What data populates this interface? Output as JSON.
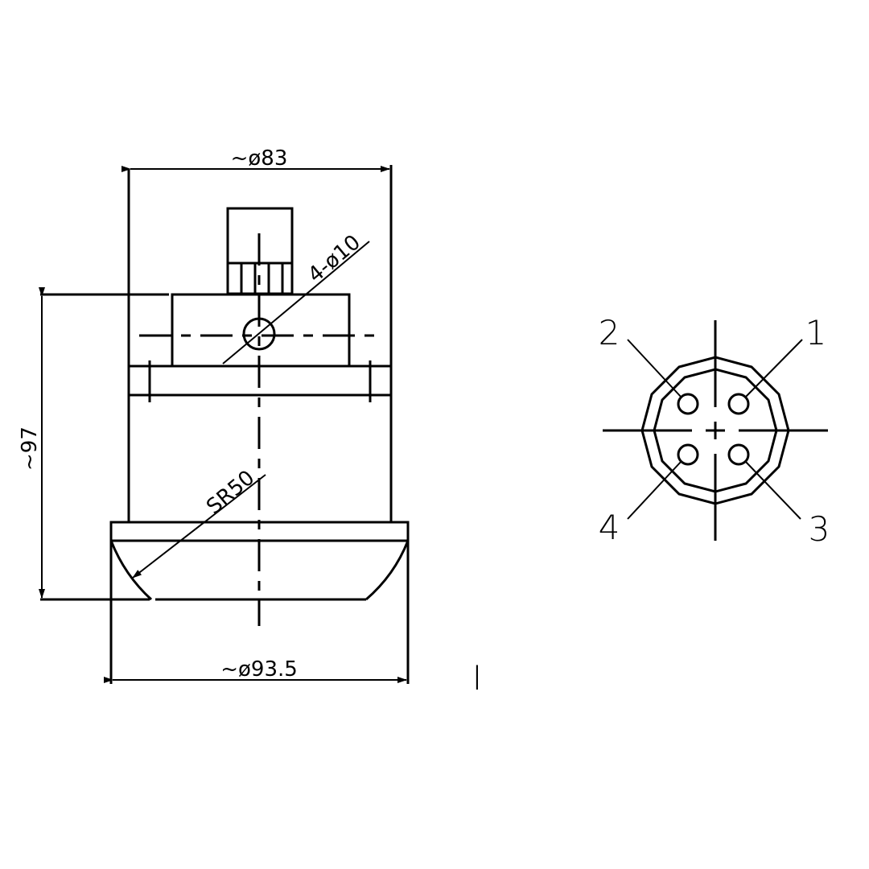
{
  "dimensions": {
    "top_diameter": "~ø83",
    "hole_spec": "4-ø10",
    "height": "~97",
    "sphere_radius": "SR50",
    "base_diameter": "~ø93.5"
  },
  "connector_pins": [
    "1",
    "2",
    "3",
    "4"
  ],
  "view_label": "I"
}
